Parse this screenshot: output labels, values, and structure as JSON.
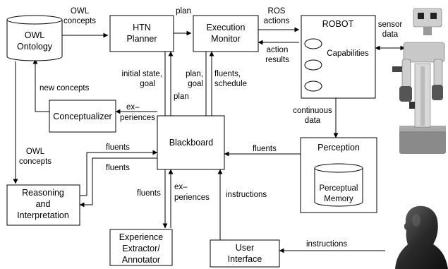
{
  "nodes": {
    "owl_ontology": {
      "l1": "OWL",
      "l2": "Ontology"
    },
    "htn_planner": {
      "l1": "HTN",
      "l2": "Planner"
    },
    "execution_monitor": {
      "l1": "Execution",
      "l2": "Monitor"
    },
    "robot": {
      "title": "ROBOT",
      "capabilities": "Capabilities"
    },
    "conceptualizer": {
      "label": "Conceptualizer"
    },
    "blackboard": {
      "label": "Blackboard"
    },
    "perception": {
      "title": "Perception",
      "memory_l1": "Perceptual",
      "memory_l2": "Memory"
    },
    "reasoning": {
      "l1": "Reasoning",
      "l2": "and",
      "l3": "Interpretation"
    },
    "experience_extractor": {
      "l1": "Experience",
      "l2": "Extractor/",
      "l3": "Annotator"
    },
    "user_interface": {
      "l1": "User",
      "l2": "Interface"
    }
  },
  "edges": {
    "owl_concepts_top": {
      "l1": "OWL",
      "l2": "concepts"
    },
    "plan_top": {
      "label": "plan"
    },
    "ros_actions": {
      "l1": "ROS",
      "l2": "actions"
    },
    "action_results": {
      "l1": "action",
      "l2": "results"
    },
    "sensor_data": {
      "l1": "sensor",
      "l2": "data"
    },
    "initial_state_goal": {
      "l1": "initial state,",
      "l2": "goal"
    },
    "plan_mid": {
      "label": "plan"
    },
    "plan_goal": {
      "l1": "plan,",
      "l2": "goal"
    },
    "fluents_schedule": {
      "l1": "fluents,",
      "l2": "schedule"
    },
    "new_concepts": {
      "label": "new concepts"
    },
    "experiences_left": {
      "l1": "ex–",
      "l2": "periences"
    },
    "continuous_data": {
      "l1": "continuous",
      "l2": "data"
    },
    "owl_concepts_left": {
      "l1": "OWL",
      "l2": "concepts"
    },
    "fluents_left_1": {
      "label": "fluents"
    },
    "fluents_left_2": {
      "label": "fluents"
    },
    "fluents_right": {
      "label": "fluents"
    },
    "fluents_bottom": {
      "label": "fluents"
    },
    "experiences_bottom": {
      "l1": "ex–",
      "l2": "periences"
    },
    "instructions_mid": {
      "label": "instructions"
    },
    "instructions_bottom": {
      "label": "instructions"
    }
  },
  "images": {
    "robot_photo": "pr2-robot",
    "human_head": "human-head-silhouette"
  }
}
